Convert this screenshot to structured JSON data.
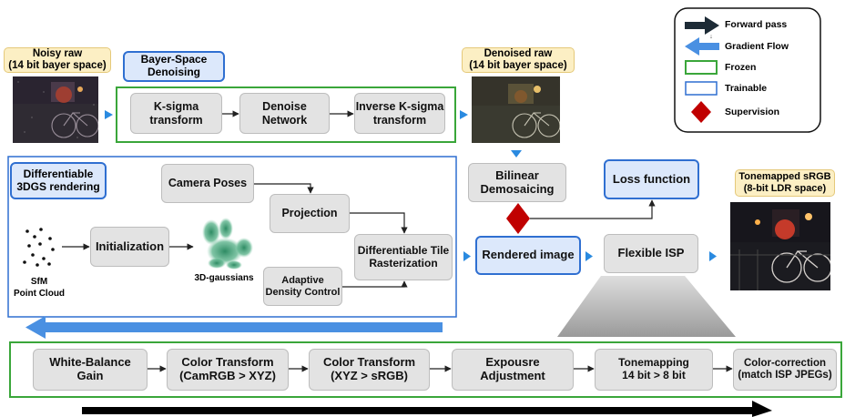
{
  "legend": {
    "forward": "Forward pass",
    "gradient": "Gradient Flow",
    "frozen": "Frozen",
    "trainable": "Trainable",
    "supervision": "Supervision"
  },
  "inputs": {
    "noisy_raw": "Noisy raw\n(14 bit bayer space)",
    "denoised_raw": "Denoised raw\n(14 bit bayer space)",
    "tonemapped": "Tonemapped sRGB\n(8-bit LDR space)"
  },
  "denoising": {
    "title": "Bayer-Space\nDenoising",
    "ksigma": "K-sigma\ntransform",
    "network": "Denoise\nNetwork",
    "inverse": "Inverse K-sigma\ntransform"
  },
  "rendering": {
    "title": "Differentiable\n3DGS rendering",
    "camera_poses": "Camera Poses",
    "projection": "Projection",
    "initialization": "Initialization",
    "rasterization": "Differentiable Tile\nRasterization",
    "adaptive": "Adaptive\nDensity Control",
    "sfm": "SfM\nPoint Cloud",
    "gaussians": "3D-gaussians"
  },
  "middle": {
    "bilinear": "Bilinear\nDemosaicing",
    "loss": "Loss function",
    "rendered": "Rendered image",
    "isp": "Flexible ISP"
  },
  "isp_stages": [
    "White-Balance\nGain",
    "Color Transform\n(CamRGB > XYZ)",
    "Color Transform\n(XYZ > sRGB)",
    "Expousre\nAdjustment",
    "Tonemapping\n14 bit > 8 bit",
    "Color-correction\n(match ISP JPEGs)"
  ],
  "colors": {
    "frozen": "#3aa63a",
    "trainable": "#2f6fd1",
    "gradient": "#4a90e2",
    "supervision": "#c00000",
    "forward": "#1d2b36"
  }
}
